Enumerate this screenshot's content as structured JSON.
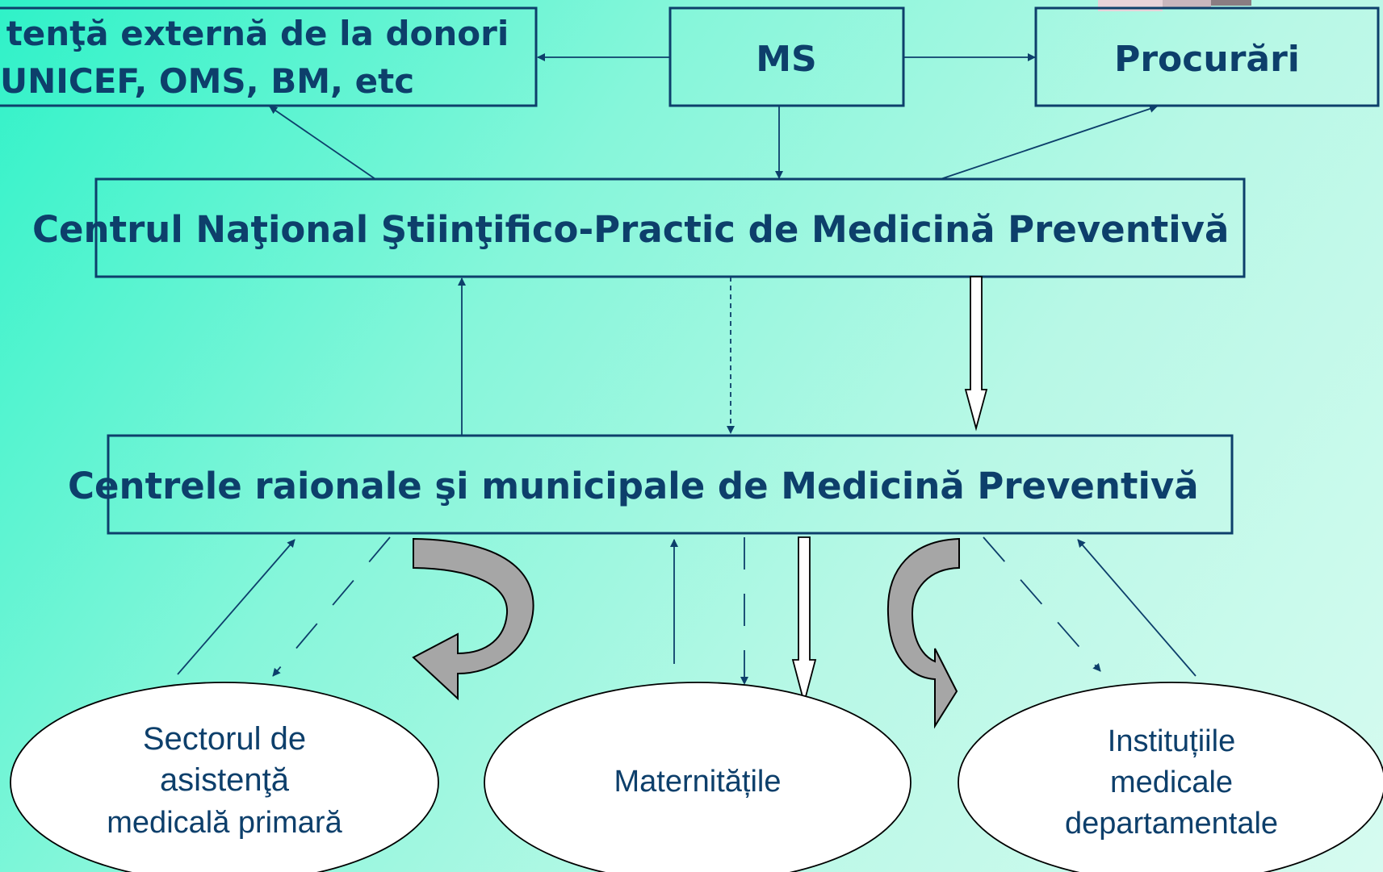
{
  "nodes": {
    "donors": {
      "line1": "tenţă externă de la donori",
      "line2": "UNICEF, OMS, BM, etc"
    },
    "ms": {
      "label": "MS"
    },
    "procurement": {
      "label": "Procurări"
    },
    "national_center": {
      "label": "Centrul Naţional Ştiinţifico-Practic de Medicină Preventivă"
    },
    "district_centers": {
      "label": "Centrele raionale şi municipale de Medicină Preventivă"
    },
    "primary_care": {
      "line1": "Sectorul de",
      "line2": "asistenţă",
      "line3": "medicală primară"
    },
    "maternity": {
      "label": "Maternitățile"
    },
    "departmental": {
      "line1": "Instituțiile",
      "line2": "medicale",
      "line3": "departamentale"
    }
  },
  "colors": {
    "text": "#0d3f6b",
    "box_border": "#0d3f6b",
    "curved_arrow": "#a6a6a6",
    "background_start": "#2ff2c8",
    "background_end": "#d6fbf0"
  }
}
